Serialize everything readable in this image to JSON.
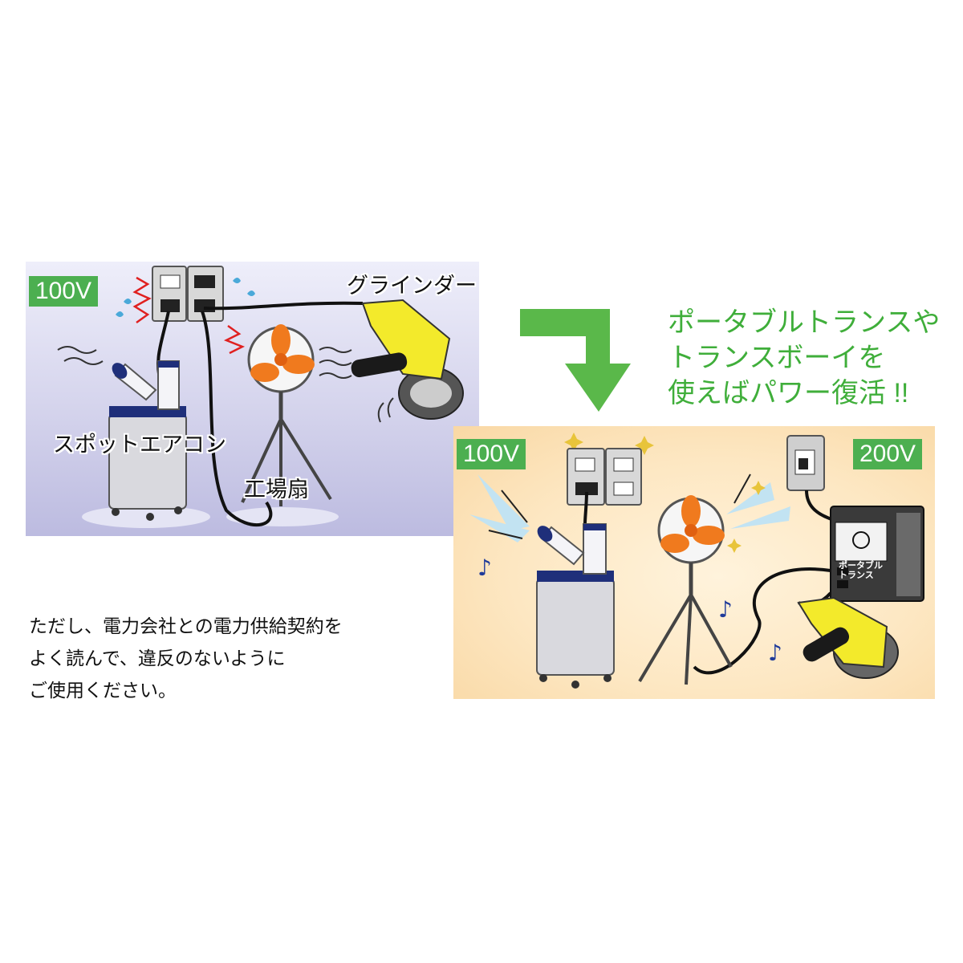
{
  "before": {
    "voltage": "100V",
    "labels": {
      "grinder": "グラインダー",
      "spot_aircon": "スポットエアコン",
      "factory_fan": "工場扇"
    }
  },
  "after": {
    "voltage_left": "100V",
    "voltage_right": "200V",
    "transformer_label": "ポータブルトランス"
  },
  "message": {
    "lines": [
      "ポータブルトランスや",
      "トランスボーイを",
      "使えばパワー復活 !!"
    ]
  },
  "note": {
    "lines": [
      "ただし、電力会社との電力供給契約を",
      "よく読んで、違反のないように",
      "ご使用ください。"
    ]
  },
  "colors": {
    "accent_green": "#4caf50",
    "message_green": "#3fae3a",
    "grinder_yellow": "#f3ea2b",
    "fan_orange": "#f07a1e",
    "aircon_navy": "#1f2f7a"
  }
}
